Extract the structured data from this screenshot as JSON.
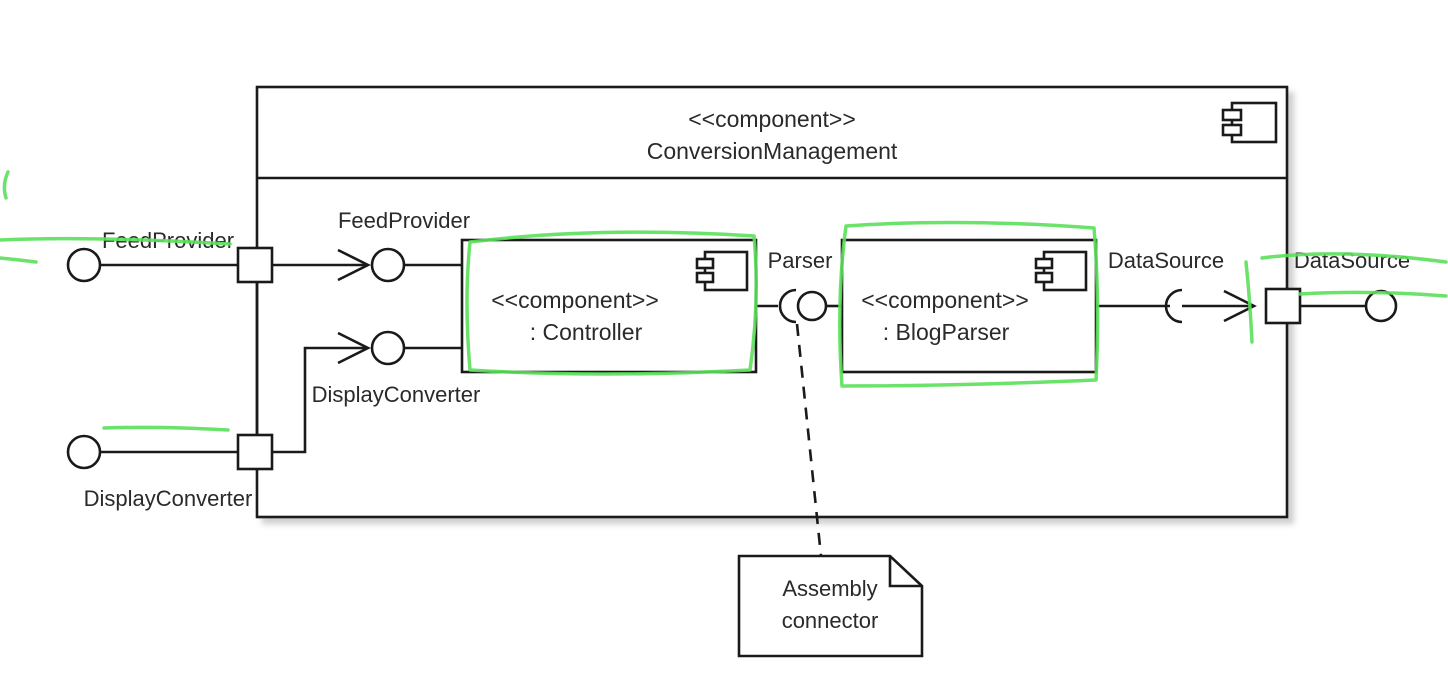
{
  "outer_component": {
    "stereotype": "<<component>>",
    "name": "ConversionManagement"
  },
  "inner_components": [
    {
      "stereotype": "<<component>>",
      "name": ": Controller"
    },
    {
      "stereotype": "<<component>>",
      "name": ": BlogParser"
    }
  ],
  "interface_labels": {
    "external_feed_provider": "FeedProvider",
    "internal_feed_provider": "FeedProvider",
    "internal_display_converter": "DisplayConverter",
    "external_display_converter": "DisplayConverter",
    "parser": "Parser",
    "internal_data_source": "DataSource",
    "external_data_source": "DataSource"
  },
  "note": {
    "line1": "Assembly",
    "line2": "connector"
  },
  "colors": {
    "line": "#1a1a1a",
    "text": "#2a2a2a",
    "annotation_highlight": "#5be05b"
  }
}
